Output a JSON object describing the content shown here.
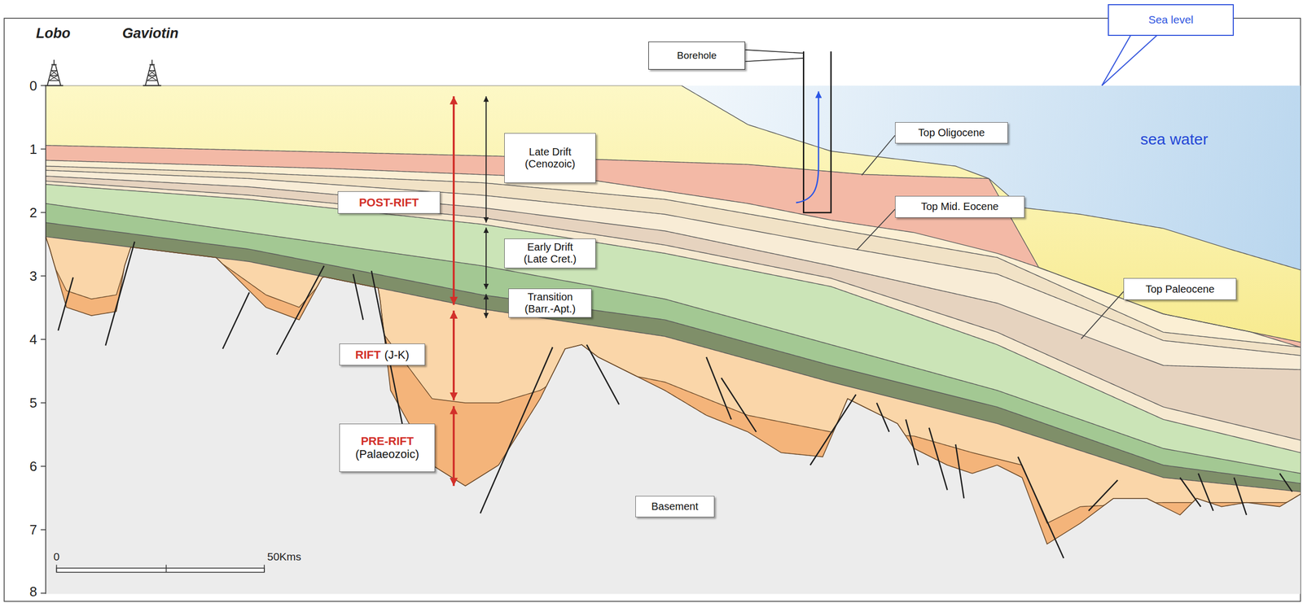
{
  "diagram": {
    "nodes": [
      {
        "text": [
          "Sea level"
        ]
      },
      {
        "text": [
          "Borehole"
        ]
      },
      {
        "text": [
          "Top Oligocene"
        ]
      },
      {
        "text": [
          "Late Drift (Cenozoic)"
        ]
      },
      {
        "text": [
          "POST-RIFT"
        ]
      },
      {
        "text": [
          "Top Mid. Eocene"
        ]
      },
      {
        "text": [
          "Early Drift (Late Cret.)"
        ]
      },
      {
        "text": [
          "Transition (Barr.-Apt.)"
        ]
      },
      {
        "text": [
          "Top Paleocene"
        ]
      },
      {
        "text": [
          "RIFT",
          "(J-K)"
        ]
      },
      {
        "text": [
          "PRE-RIFT",
          "(Palaeozoic)"
        ]
      },
      {
        "text": [
          "Basement"
        ]
      }
    ],
    "labels": [
      "Lobo",
      "Gaviotin",
      "0",
      "1",
      "2",
      "3",
      "4",
      "5",
      "6",
      "7",
      "8",
      "sea water",
      "0",
      "50Kms"
    ]
  }
}
